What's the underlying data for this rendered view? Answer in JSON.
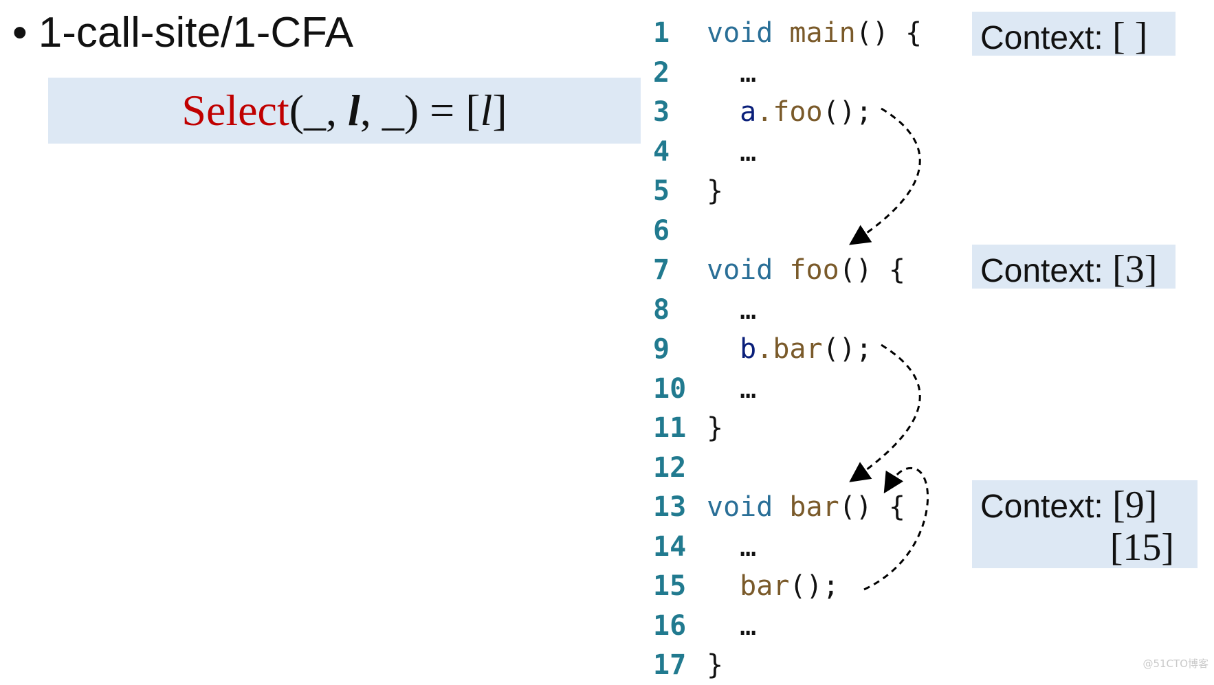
{
  "bullet": {
    "text": "1-call-site/1-CFA"
  },
  "formula": {
    "fn": "Select",
    "open": "(_, ",
    "arg": "l",
    "close": ", _) = [",
    "result": "l",
    "end": "]"
  },
  "code": {
    "lines": [
      {
        "num": "1",
        "a": "void",
        "b": " main",
        "c": "() {"
      },
      {
        "num": "2",
        "a": "",
        "b": "",
        "c": "  …"
      },
      {
        "num": "3",
        "a": "  a",
        "b": ".foo",
        "c": "();"
      },
      {
        "num": "4",
        "a": "",
        "b": "",
        "c": "  …"
      },
      {
        "num": "5",
        "a": "",
        "b": "",
        "c": "}"
      },
      {
        "num": "6",
        "a": "",
        "b": "",
        "c": ""
      },
      {
        "num": "7",
        "a": "void",
        "b": " foo",
        "c": "() {"
      },
      {
        "num": "8",
        "a": "",
        "b": "",
        "c": "  …"
      },
      {
        "num": "9",
        "a": "  b",
        "b": ".bar",
        "c": "();"
      },
      {
        "num": "10",
        "a": "",
        "b": "",
        "c": "  …"
      },
      {
        "num": "11",
        "a": "",
        "b": "",
        "c": "}"
      },
      {
        "num": "12",
        "a": "",
        "b": "",
        "c": ""
      },
      {
        "num": "13",
        "a": "void",
        "b": " bar",
        "c": "() {"
      },
      {
        "num": "14",
        "a": "",
        "b": "",
        "c": "  …"
      },
      {
        "num": "15",
        "a": "",
        "b": "  bar",
        "c": "();"
      },
      {
        "num": "16",
        "a": "",
        "b": "",
        "c": "  …"
      },
      {
        "num": "17",
        "a": "",
        "b": "",
        "c": "}"
      }
    ]
  },
  "contexts": {
    "main": {
      "label": "Context: ",
      "value": "[ ]"
    },
    "foo": {
      "label": "Context: ",
      "value": "[3]"
    },
    "bar": {
      "label": "Context: ",
      "value": "[9]",
      "value2": "[15]"
    }
  },
  "watermark": "@51CTO博客"
}
